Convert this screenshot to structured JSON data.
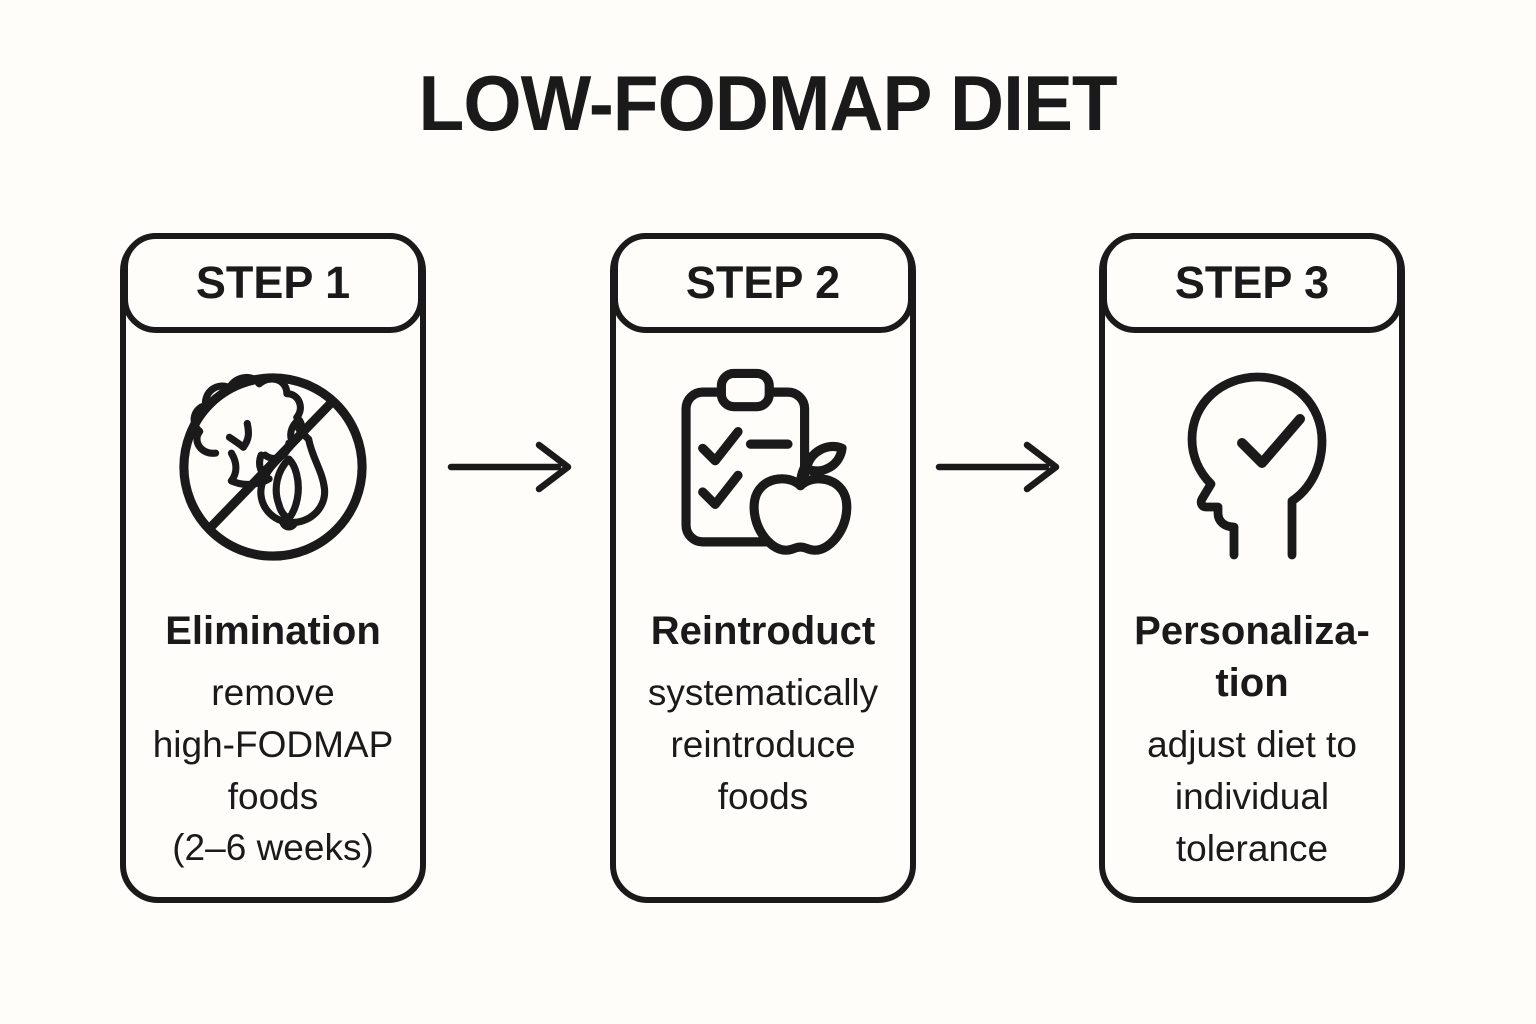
{
  "title": "LOW-FODMAP DIET",
  "colors": {
    "background": "#fefdfa",
    "stroke": "#1a1a1a"
  },
  "steps": [
    {
      "header": "STEP 1",
      "icon": "no-high-fodmap-foods-icon",
      "name": "Elimination",
      "desc_lines": [
        "remove",
        "high-FODMAP",
        "foods",
        "(2–6 weeks)"
      ]
    },
    {
      "header": "STEP 2",
      "icon": "checklist-apple-icon",
      "name": "Reintroduct",
      "desc_lines": [
        "systematically",
        "reintroduce",
        "foods"
      ]
    },
    {
      "header": "STEP 3",
      "icon": "head-check-icon",
      "name": "Personaliza-\ntion",
      "desc_lines": [
        "adjust diet to",
        "individual",
        "tolerance"
      ]
    }
  ],
  "arrows": [
    "right-arrow-icon",
    "right-arrow-icon"
  ]
}
